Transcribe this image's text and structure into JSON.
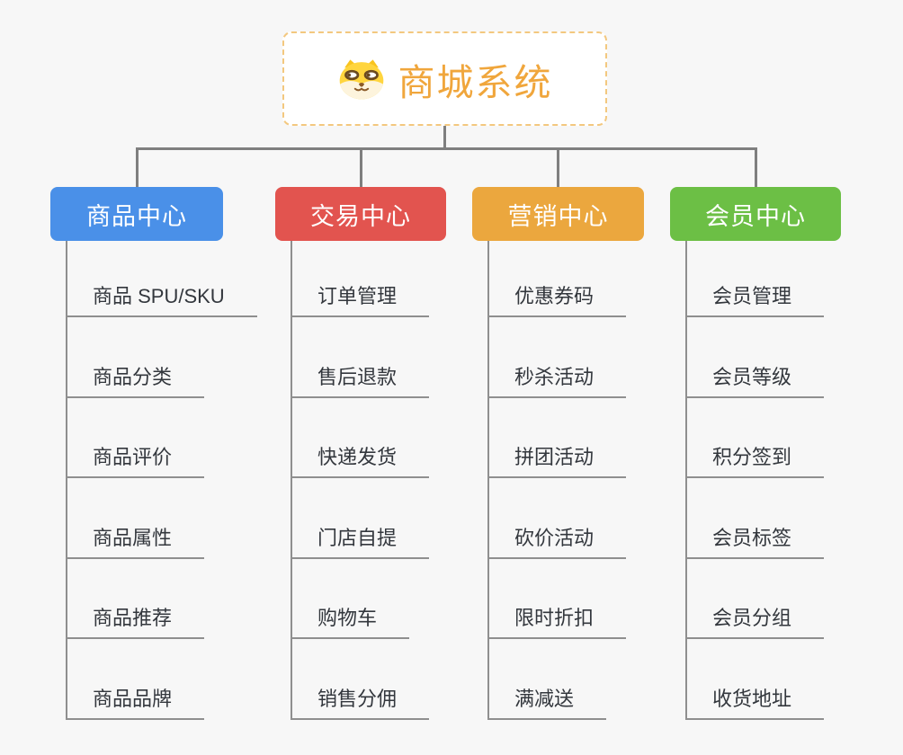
{
  "root": {
    "title": "商城系统",
    "icon": "doge-icon"
  },
  "colors": {
    "root_border": "#f3c87f",
    "root_text": "#f0a63c",
    "connector": "#7f7f7f",
    "leaf_line": "#8f8f8f",
    "leaf_text": "#33373d",
    "background": "#f7f7f7"
  },
  "branches": [
    {
      "label": "商品中心",
      "color": "#4a90e8",
      "items": [
        "商品 SPU/SKU",
        "商品分类",
        "商品评价",
        "商品属性",
        "商品推荐",
        "商品品牌"
      ]
    },
    {
      "label": "交易中心",
      "color": "#e2544f",
      "items": [
        "订单管理",
        "售后退款",
        "快递发货",
        "门店自提",
        "购物车",
        "销售分佣"
      ]
    },
    {
      "label": "营销中心",
      "color": "#eba73e",
      "items": [
        "优惠券码",
        "秒杀活动",
        "拼团活动",
        "砍价活动",
        "限时折扣",
        "满减送"
      ]
    },
    {
      "label": "会员中心",
      "color": "#6cbf45",
      "items": [
        "会员管理",
        "会员等级",
        "积分签到",
        "会员标签",
        "会员分组",
        "收货地址"
      ]
    }
  ]
}
